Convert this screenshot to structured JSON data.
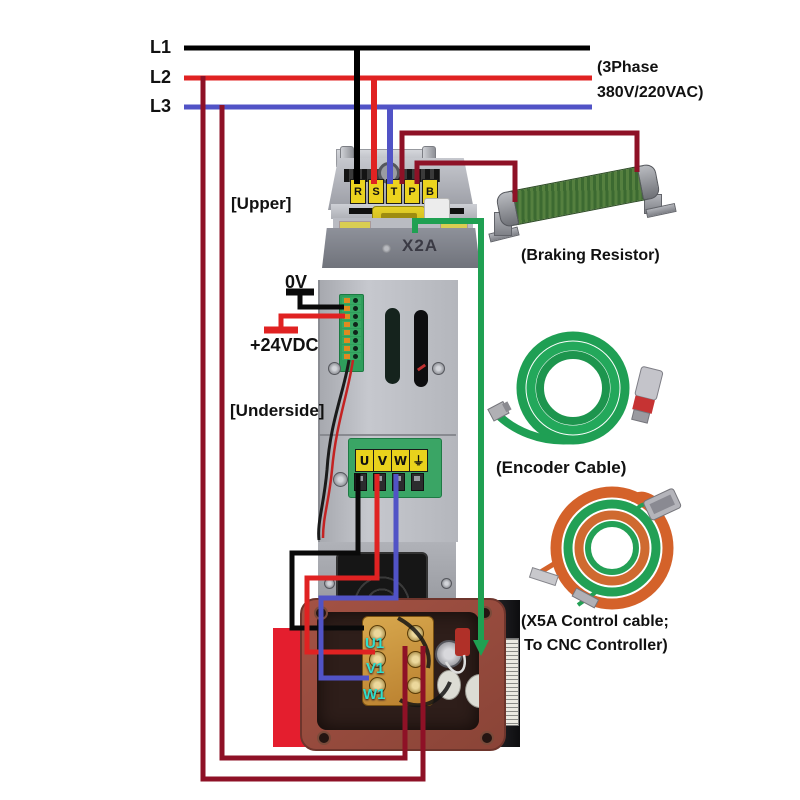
{
  "diagram": {
    "power_lines": [
      {
        "label": "L1",
        "color": "#000000"
      },
      {
        "label": "L2",
        "color": "#e02222"
      },
      {
        "label": "L3",
        "color": "#5153c6"
      }
    ],
    "power_note": [
      "(3Phase",
      "380V/220VAC)"
    ],
    "upper_label": "[Upper]",
    "underside_label": "[Underside]",
    "x2a_label": "X2A",
    "zero_v_label": "0V",
    "dc_label": "+24VDC",
    "braking_resistor_label": "(Braking Resistor)",
    "encoder_cable_label": "(Encoder Cable)",
    "control_cable_label": [
      "(X5A Control cable;",
      "To CNC Controller)"
    ],
    "input_terminals": [
      "R",
      "S",
      "T",
      "P",
      "B"
    ],
    "output_terminals": [
      "U",
      "V",
      "W",
      "⏚"
    ],
    "motor_terminals": [
      "U1",
      "V1",
      "W1"
    ],
    "wire_colors": {
      "phase_l1": "#000000",
      "phase_l2": "#e02222",
      "phase_l3": "#5153c6",
      "brake_dc": "#8e1126",
      "encoder_green": "#1fa052"
    }
  }
}
